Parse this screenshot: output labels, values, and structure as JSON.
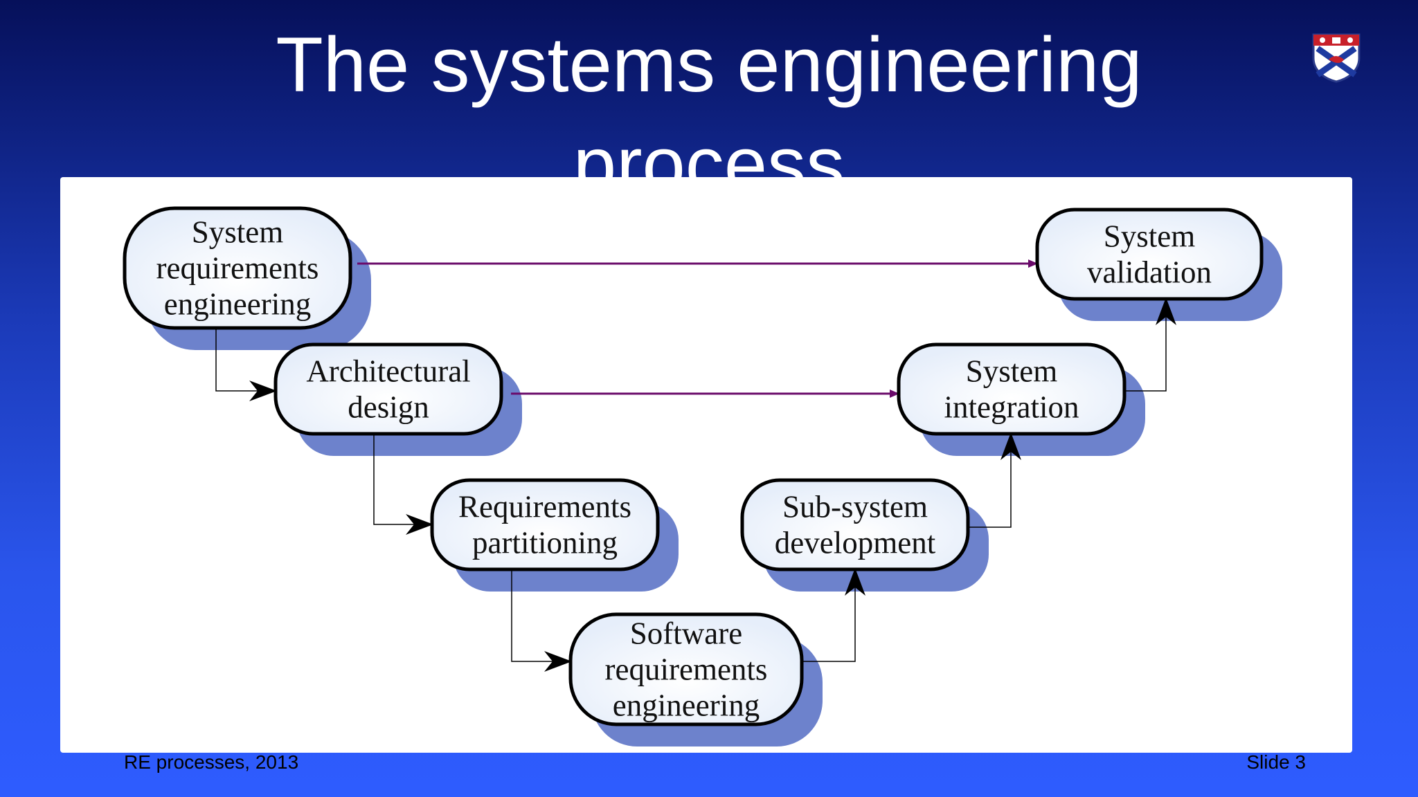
{
  "slide": {
    "title": "The systems engineering\nprocess",
    "footer_left": "RE processes, 2013",
    "footer_right": "Slide 3",
    "logo_icon": "university-crest-icon"
  },
  "colors": {
    "background_top": "#06105a",
    "background_bottom": "#2e5cff",
    "node_fill": "#e6eefa",
    "node_shadow": "#6d82cc",
    "flow_arrow": "#000000",
    "link_arrow": "#6a0a6a"
  },
  "diagram": {
    "nodes": [
      {
        "id": "sre",
        "label": [
          "System",
          "requirements",
          "engineering"
        ]
      },
      {
        "id": "arch",
        "label": [
          "Architectural",
          "design"
        ]
      },
      {
        "id": "part",
        "label": [
          "Requirements",
          "partitioning"
        ]
      },
      {
        "id": "swre",
        "label": [
          "Software",
          "requirements",
          "engineering"
        ]
      },
      {
        "id": "subdev",
        "label": [
          "Sub-system",
          "development"
        ]
      },
      {
        "id": "integ",
        "label": [
          "System",
          "integration"
        ]
      },
      {
        "id": "valid",
        "label": [
          "System",
          "validation"
        ]
      }
    ],
    "edges": [
      {
        "from": "sre",
        "to": "arch",
        "kind": "flow"
      },
      {
        "from": "arch",
        "to": "part",
        "kind": "flow"
      },
      {
        "from": "part",
        "to": "swre",
        "kind": "flow"
      },
      {
        "from": "swre",
        "to": "subdev",
        "kind": "flow"
      },
      {
        "from": "subdev",
        "to": "integ",
        "kind": "flow"
      },
      {
        "from": "integ",
        "to": "valid",
        "kind": "flow"
      },
      {
        "from": "sre",
        "to": "valid",
        "kind": "link"
      },
      {
        "from": "arch",
        "to": "integ",
        "kind": "link"
      }
    ]
  }
}
